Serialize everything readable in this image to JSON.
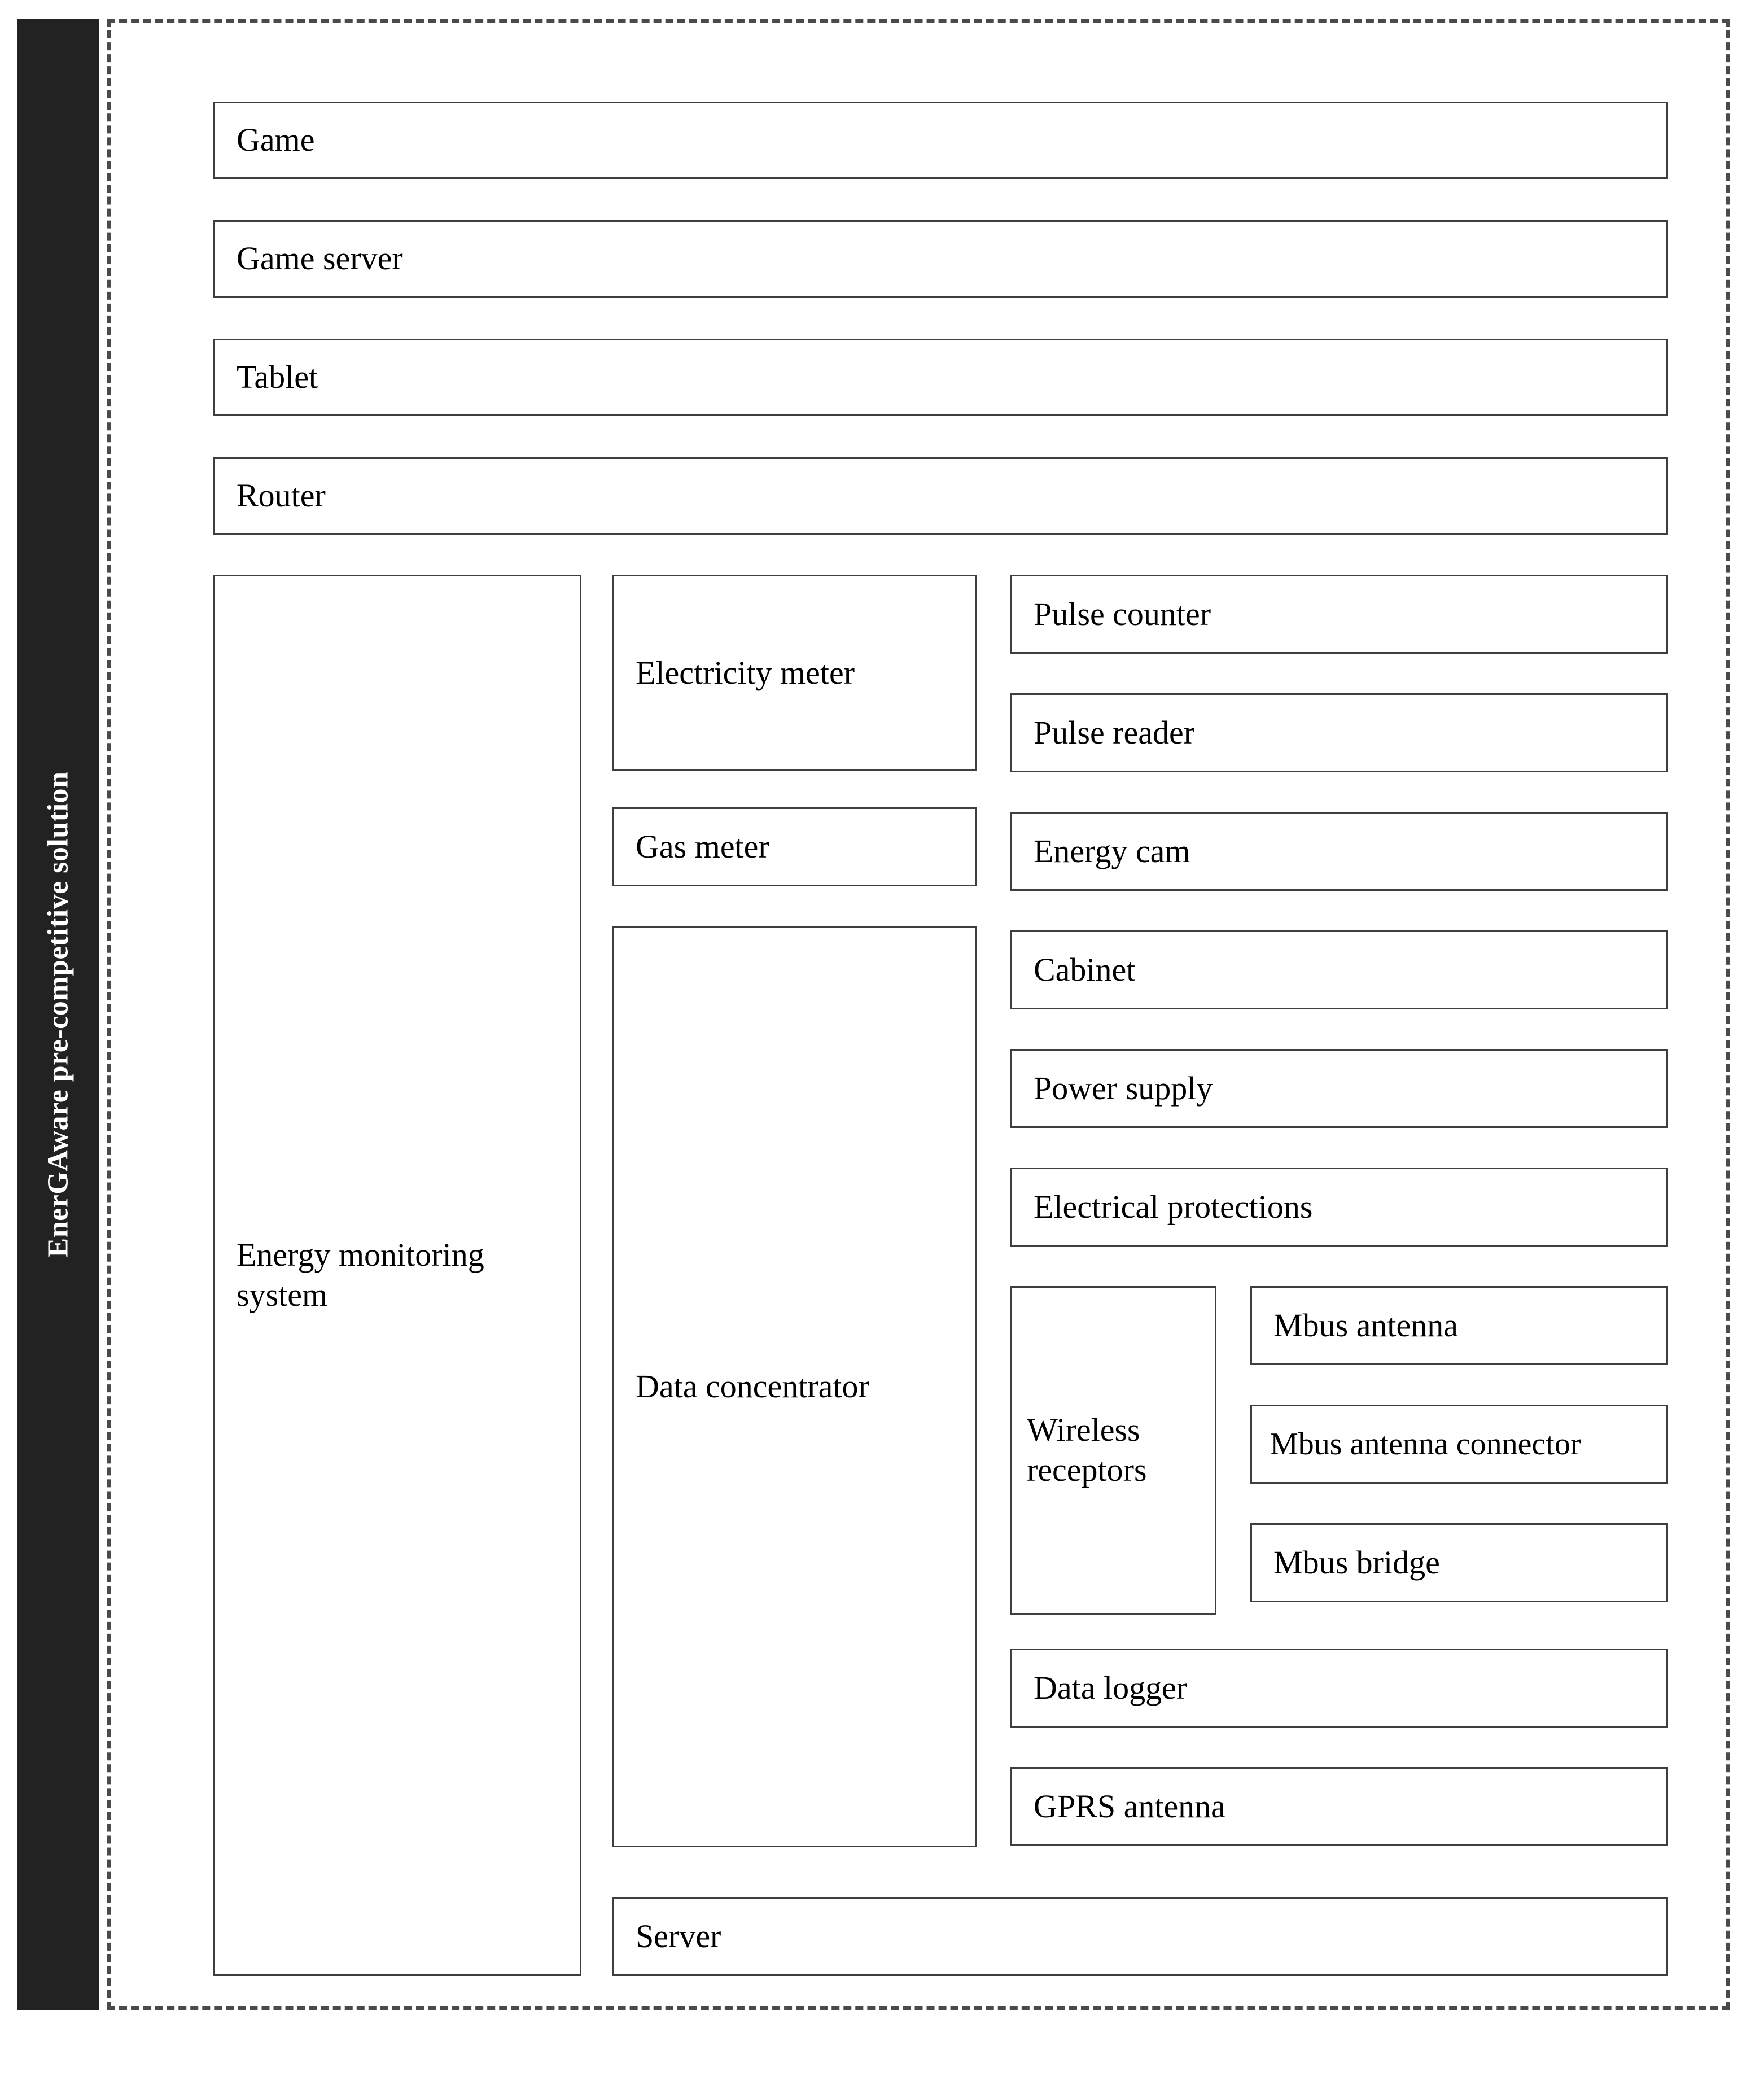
{
  "diagram": {
    "title_bar": {
      "text": "EnerGAware pre-competitive solution",
      "background_color": "#222222",
      "text_color": "#ffffff"
    },
    "border_style": "dashed",
    "border_color": "#4a4a4a",
    "box_border_color": "#3f3f3f",
    "box_fill_color": "#ffffff",
    "top_level_boxes": [
      {
        "label": "Game"
      },
      {
        "label": "Game server"
      },
      {
        "label": "Tablet"
      },
      {
        "label": "Router"
      }
    ],
    "energy_monitoring": {
      "label": "Energy monitoring\nsystem",
      "children": [
        {
          "label": "Electricity meter",
          "children": [
            {
              "label": "Pulse counter"
            },
            {
              "label": "Pulse reader"
            }
          ]
        },
        {
          "label": "Gas meter",
          "children": [
            {
              "label": "Energy cam"
            }
          ]
        },
        {
          "label": "Data concentrator",
          "children": [
            {
              "label": "Cabinet"
            },
            {
              "label": "Power supply"
            },
            {
              "label": "Electrical protections"
            },
            {
              "label": "Wireless\nreceptors",
              "children": [
                {
                  "label": "Mbus antenna"
                },
                {
                  "label": "Mbus antenna connector"
                },
                {
                  "label": "Mbus bridge"
                }
              ]
            },
            {
              "label": "Data logger"
            },
            {
              "label": "GPRS antenna"
            }
          ]
        },
        {
          "label": "Server"
        }
      ]
    }
  }
}
